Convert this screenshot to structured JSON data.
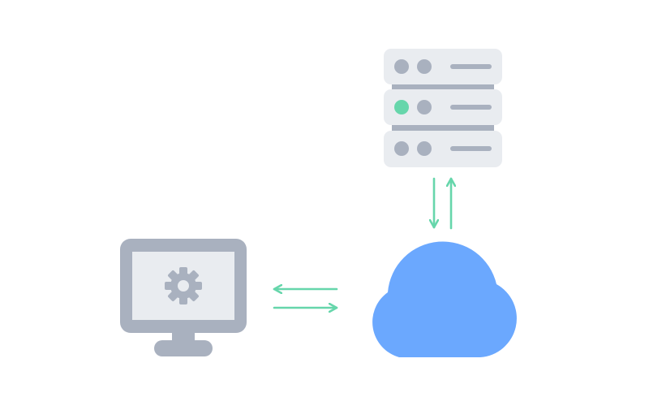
{
  "colors": {
    "background": "#ffffff",
    "server_panel": "#e9ecf0",
    "server_divider": "#a9b1bf",
    "indicator_inactive": "#a9b1bf",
    "indicator_active": "#66d6ab",
    "monitor_frame": "#a9b1bf",
    "monitor_screen": "#e9ecf0",
    "gear": "#a9b1bf",
    "cloud": "#6ba8fe",
    "arrows": "#66d6ab"
  },
  "diagram": {
    "nodes": [
      {
        "id": "server",
        "icon": "server-rack-icon",
        "units": 3,
        "active_unit_index": 1
      },
      {
        "id": "cloud",
        "icon": "cloud-icon"
      },
      {
        "id": "computer",
        "icon": "monitor-gear-icon"
      }
    ],
    "edges": [
      {
        "from": "server",
        "to": "cloud",
        "bidirectional": true
      },
      {
        "from": "cloud",
        "to": "computer",
        "bidirectional": true
      }
    ]
  }
}
